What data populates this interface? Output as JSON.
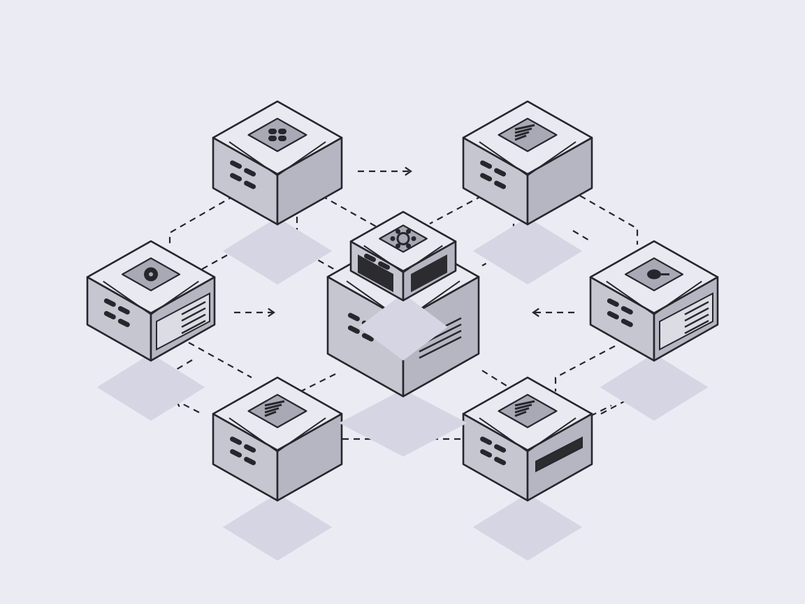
{
  "colors": {
    "background": "#ebebf3",
    "stroke": "#26262c",
    "top_face": "#e9e9f1",
    "left_face": "#c6c6d0",
    "right_face": "#b6b6c2",
    "panel": "#a9a9b6",
    "shadow": "#d5d5e3",
    "dark_panel": "#2b2b30"
  },
  "nodes": [
    {
      "id": "top-left",
      "icon": "four-dots-icon"
    },
    {
      "id": "top-right",
      "icon": "text-lines-icon"
    },
    {
      "id": "left",
      "icon": "gear-icon"
    },
    {
      "id": "right",
      "icon": "plug-icon"
    },
    {
      "id": "bottom-left",
      "icon": "list-icon"
    },
    {
      "id": "bottom-right",
      "icon": "chart-icon"
    },
    {
      "id": "center",
      "icon": "hub-icon"
    }
  ]
}
